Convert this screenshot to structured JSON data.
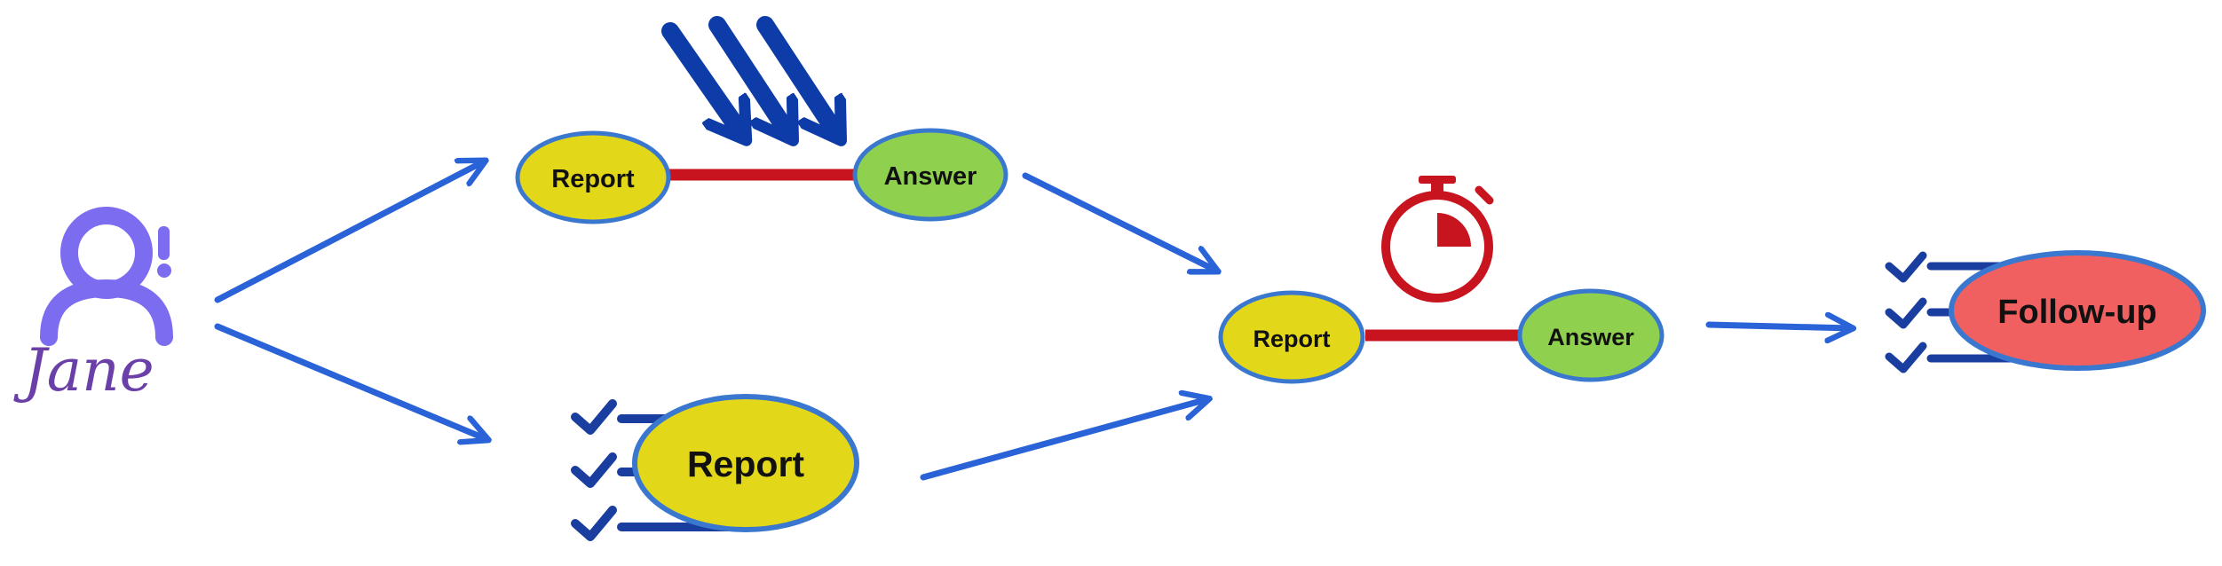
{
  "user": {
    "name": "Jane",
    "icon": "person-alert-icon",
    "color": "#7b6cf0"
  },
  "nodes": {
    "report_top": {
      "label": "Report",
      "color": "#e3d71a"
    },
    "answer_top": {
      "label": "Answer",
      "color": "#8fd14f"
    },
    "report_checklist": {
      "label": "Report",
      "color": "#e3d71a"
    },
    "report_timed": {
      "label": "Report",
      "color": "#e3d71a"
    },
    "answer_timed": {
      "label": "Answer",
      "color": "#8fd14f"
    },
    "followup": {
      "label": "Follow-up",
      "color": "#f06060"
    }
  },
  "icons": {
    "burst": "triple-arrow-burst-icon",
    "timer": "stopwatch-icon",
    "checklist": "checklist-icon"
  },
  "colors": {
    "arrow": "#2a63d8",
    "connector": "#c8141e",
    "node_border": "#3a78d0",
    "checklist": "#1a3ea0",
    "burst": "#0d3ca8",
    "timer": "#c8141e"
  }
}
